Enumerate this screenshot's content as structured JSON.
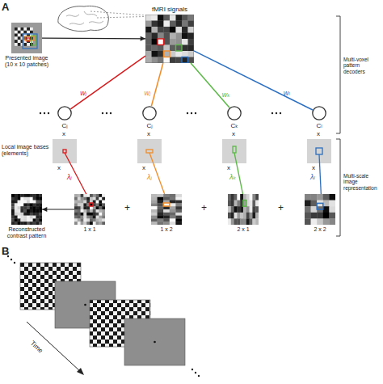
{
  "diagram": {
    "nodes": [
      {
        "text": [
          "Presented image (10 x 10 patches)"
        ]
      },
      {
        "text": [
          "fMRI signals"
        ]
      },
      {
        "text": [
          "Cᵢ"
        ]
      },
      {
        "text": [
          "Cⱼ"
        ]
      },
      {
        "text": [
          "Cₖ"
        ]
      },
      {
        "text": [
          "Cₗ"
        ]
      },
      {
        "text": [
          "1 x 1"
        ]
      },
      {
        "text": [
          "1 x 2"
        ]
      },
      {
        "text": [
          "2 x 1"
        ]
      },
      {
        "text": [
          "2 x 2"
        ]
      },
      {
        "text": [
          "Reconstructed contrast pattern"
        ]
      }
    ],
    "edges": [
      {
        "from": 0,
        "to": 1,
        "arrow": "to"
      },
      {
        "from": 1,
        "to": 2,
        "label": "wᵢ",
        "arrow": "none"
      },
      {
        "from": 1,
        "to": 3,
        "label": "wⱼ",
        "arrow": "none"
      },
      {
        "from": 1,
        "to": 4,
        "label": "wₖ",
        "arrow": "none"
      },
      {
        "from": 1,
        "to": 5,
        "label": "wₗ",
        "arrow": "none"
      },
      {
        "from": 6,
        "to": 10,
        "arrow": "to"
      }
    ],
    "labels": [
      "A",
      "Multi-voxel pattern decoders",
      "x",
      "x",
      "x",
      "x",
      "Local image bases (elements)",
      "x",
      "x",
      "x",
      "x",
      "λᵢ",
      "λⱼ",
      "λₖ",
      "λₗ",
      "+",
      "+",
      "+",
      "Multi-scale image representation",
      "B",
      "Time"
    ]
  }
}
